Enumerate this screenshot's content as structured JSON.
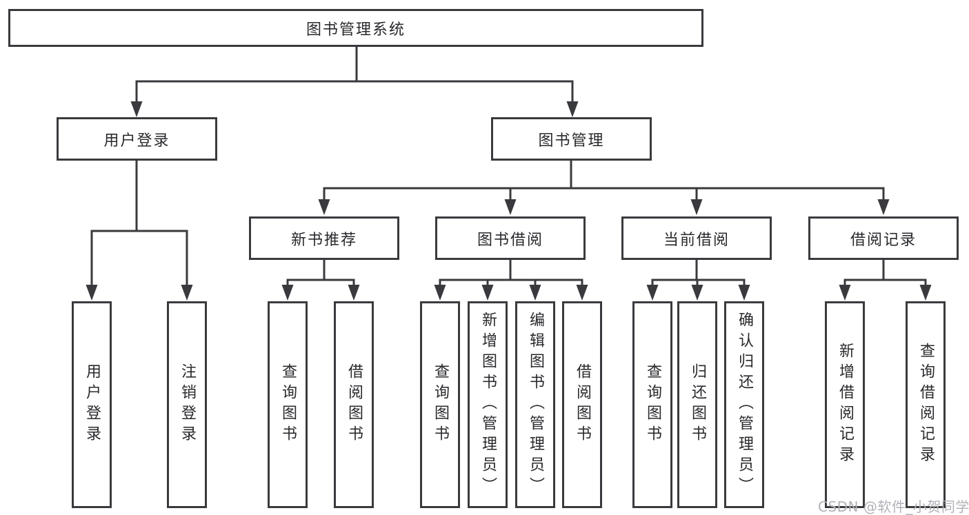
{
  "tree": {
    "label": "图书管理系统",
    "children": [
      {
        "label": "用户登录",
        "children": [
          {
            "label": "用户登录"
          },
          {
            "label": "注销登录"
          }
        ]
      },
      {
        "label": "图书管理",
        "children": [
          {
            "label": "新书推荐",
            "children": [
              {
                "label": "查询图书"
              },
              {
                "label": "借阅图书"
              }
            ]
          },
          {
            "label": "图书借阅",
            "children": [
              {
                "label": "查询图书"
              },
              {
                "label": "新增图书（管理员）"
              },
              {
                "label": "编辑图书（管理员）"
              },
              {
                "label": "借阅图书"
              }
            ]
          },
          {
            "label": "当前借阅",
            "children": [
              {
                "label": "查询图书"
              },
              {
                "label": "归还图书"
              },
              {
                "label": "确认归还（管理员）"
              }
            ]
          },
          {
            "label": "借阅记录",
            "children": [
              {
                "label": "新增借阅记录"
              },
              {
                "label": "查询借阅记录"
              }
            ]
          }
        ]
      }
    ]
  },
  "watermark": {
    "text": "CSDN @软件_小贺同学"
  },
  "colors": {
    "line": "#3a3a3e",
    "box_border": "#3a3a3e",
    "box_fill": "#ffffff",
    "text": "#29292d",
    "watermark": "#b1b1b8",
    "background": "#ffffff"
  }
}
